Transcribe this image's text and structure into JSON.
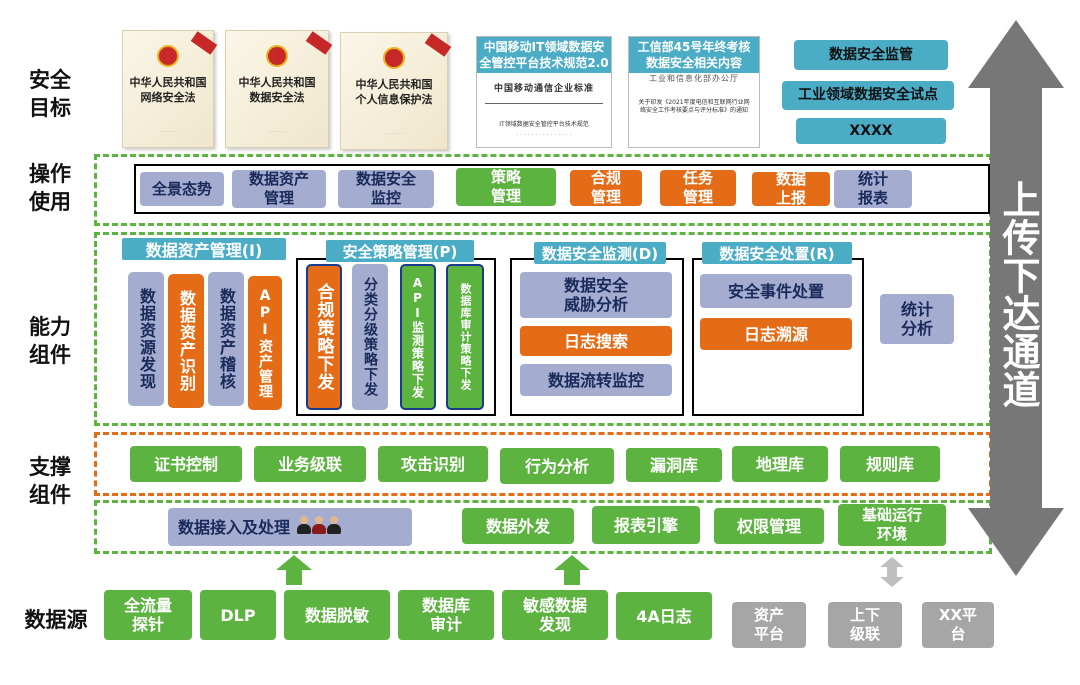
{
  "row_labels": {
    "security_goal": "安全\n目标",
    "operation": "操作\n使用",
    "capability": "能力\n组件",
    "support": "支撑\n组件",
    "data_source": "数据源"
  },
  "security_goal": {
    "books": [
      {
        "title": "中华人民共和国\n网络安全法"
      },
      {
        "title": "中华人民共和国\n数据安全法"
      },
      {
        "title": "中华人民共和国\n个人信息保护法"
      }
    ],
    "docs": [
      {
        "caption": "中国移动IT领域数据安\n全管控平台技术规范2.0",
        "header": "中国移动通信企业标准",
        "subtitle": "IT领域数据安全管控平台技术规范"
      },
      {
        "caption": "工信部45号年终考核\n数据安全相关内容",
        "header": "工业和信息化部办公厅",
        "subtitle": "关于印发《2021年度电信和互联网行业网络安全工作考核要点与评分标准》的通知"
      }
    ],
    "teal_boxes": [
      "数据安全监管",
      "工业领域数据安全试点",
      "XXXX"
    ]
  },
  "operation_items": [
    "全景态势",
    "数据资产\n管理",
    "数据安全\n监控",
    "策略\n管理",
    "合规\n管理",
    "任务\n管理",
    "数据\n上报",
    "统计\n报表"
  ],
  "capability": {
    "asset": {
      "header": "数据资产管理(I)",
      "items": [
        "数据资源发现",
        "数据资产识别",
        "数据资产稽核",
        "API资产管理"
      ]
    },
    "policy": {
      "header": "安全策略管理(P)",
      "items": [
        "合规策略下发",
        "分类分级策略下发",
        "API监测策略下发",
        "数据库审计策略下发"
      ]
    },
    "monitor": {
      "header": "数据安全监测(D)",
      "items": [
        "数据安全\n威胁分析",
        "日志搜索",
        "数据流转监控"
      ]
    },
    "response": {
      "header": "数据安全处置(R)",
      "items": [
        "安全事件处置",
        "日志溯源"
      ]
    },
    "stats": "统计\n分析"
  },
  "support_items": [
    "证书控制",
    "业务级联",
    "攻击识别",
    "行为分析",
    "漏洞库",
    "地理库",
    "规则库"
  ],
  "base_items": [
    "数据接入及处理",
    "数据外发",
    "报表引擎",
    "权限管理",
    "基础运行\n环境"
  ],
  "data_sources": [
    "全流量\n探针",
    "DLP",
    "数据脱敏",
    "数据库\n审计",
    "敏感数据\n发现",
    "4A日志",
    "资产\n平台",
    "上下\n级联",
    "XX平\n台"
  ],
  "channel_label": "上传下达通道",
  "colors": {
    "green": "#5db340",
    "orange": "#e56c16",
    "blue_grey": "#a4acd0",
    "teal": "#4bacc6",
    "grey": "#a6a6a6",
    "arrow_grey": "#777777"
  }
}
